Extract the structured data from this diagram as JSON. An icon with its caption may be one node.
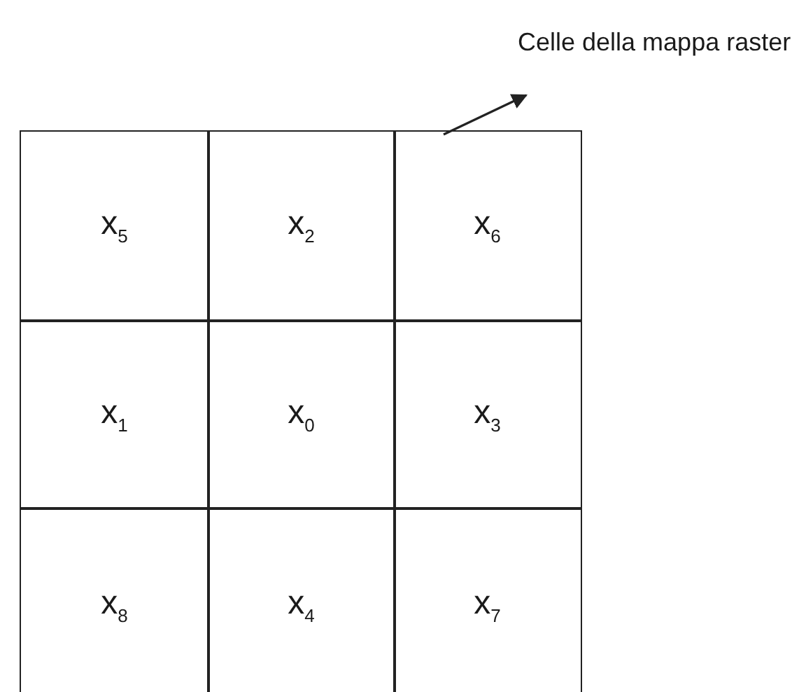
{
  "diagram": {
    "nodes": [
      {
        "text": [
          "Celle della mappa raster"
        ]
      },
      {
        "text": [
          "x$_{5}$"
        ]
      },
      {
        "text": [
          "x$_{2}$"
        ]
      },
      {
        "text": [
          "x$_{6}$"
        ]
      },
      {
        "text": [
          "x$_{1}$"
        ]
      },
      {
        "text": [
          "x$_{0}$"
        ]
      },
      {
        "text": [
          "x$_{3}$"
        ]
      },
      {
        "text": [
          "x$_{8}$"
        ]
      },
      {
        "text": [
          "x$_{4}$"
        ]
      },
      {
        "text": [
          "x$_{7}$"
        ]
      }
    ],
    "edges": [
      {
        "from": 3,
        "to": 0,
        "arrow": "to"
      }
    ]
  }
}
